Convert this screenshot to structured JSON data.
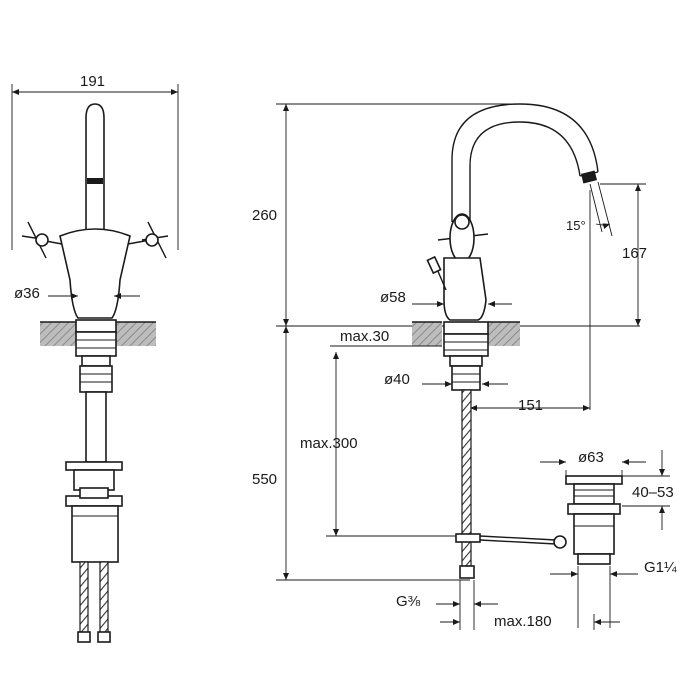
{
  "dimensions": {
    "width_191": "191",
    "dia_36": "ø36",
    "height_260": "260",
    "dia_58": "ø58",
    "max_30": "max.30",
    "dia_40": "ø40",
    "length_151": "151",
    "max_300": "max.300",
    "height_550": "550",
    "height_167": "167",
    "angle_15": "15°",
    "dia_63": "ø63",
    "range_40_53": "40–53",
    "thread_g1_quarter": "G1¼",
    "thread_g3_8": "G⅜",
    "max_180": "max.180"
  }
}
